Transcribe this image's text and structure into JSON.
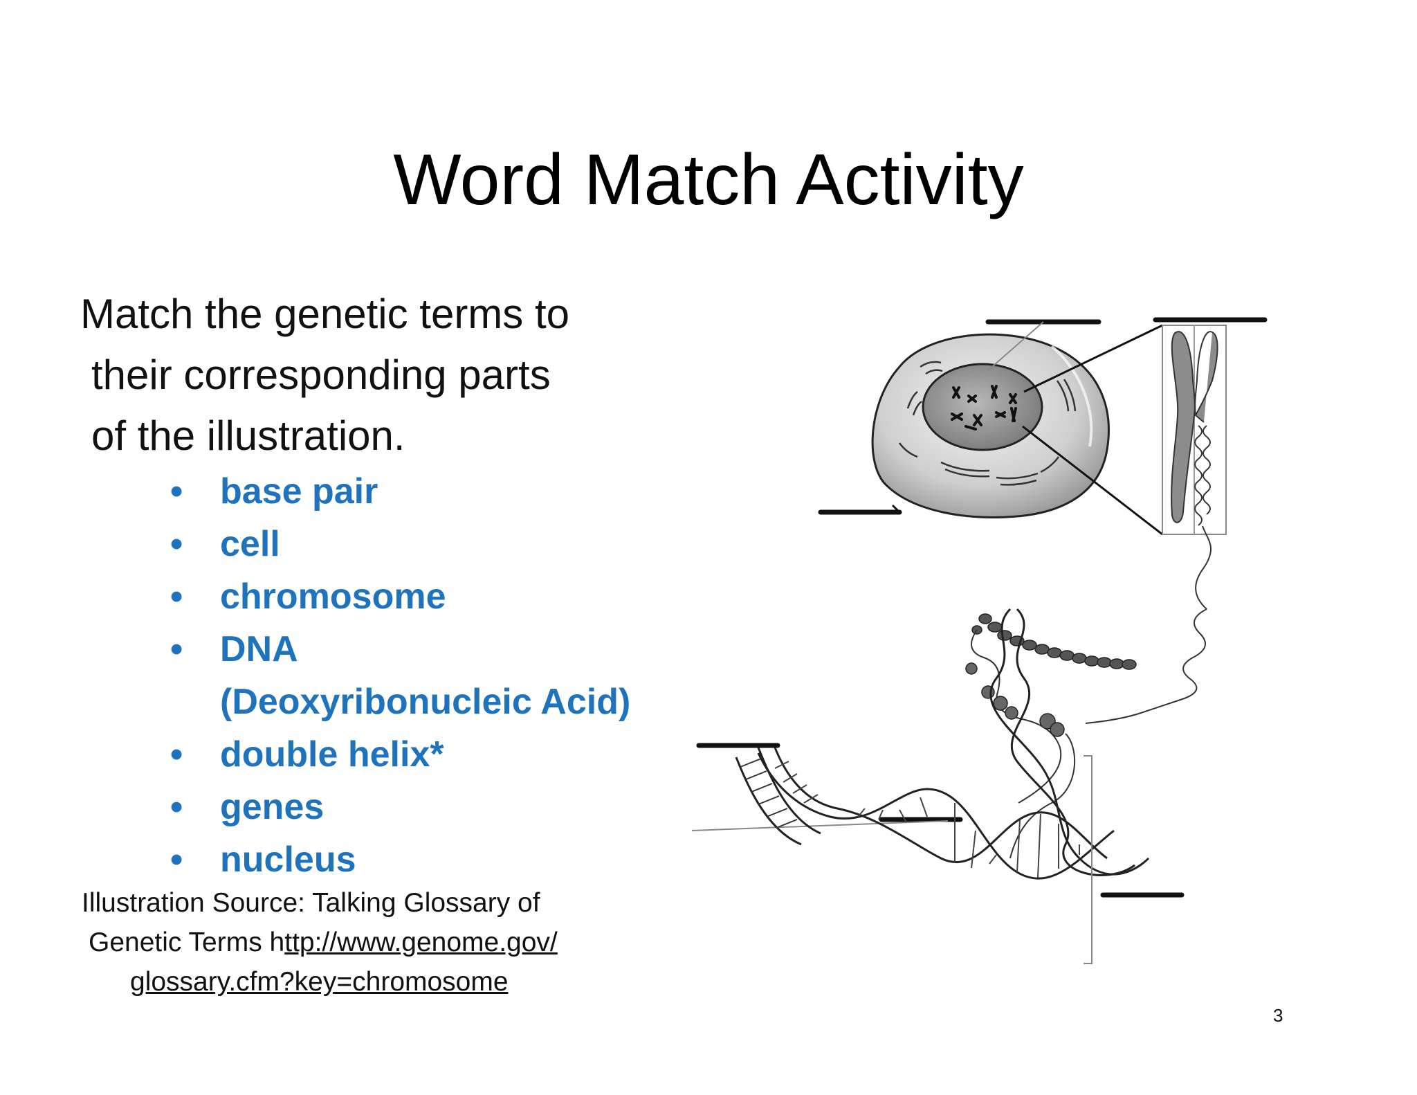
{
  "slide": {
    "title": "Word Match Activity",
    "intro_lines": [
      "Match the genetic terms to",
      "their corresponding parts",
      "of the illustration."
    ],
    "terms": [
      {
        "label": "base pair"
      },
      {
        "label": "cell"
      },
      {
        "label": "chromosome"
      },
      {
        "label": "DNA",
        "sub": "(Deoxyribonucleic Acid)"
      },
      {
        "label": "double helix*"
      },
      {
        "label": "genes"
      },
      {
        "label": "nucleus"
      }
    ],
    "bullet": "•",
    "source": {
      "line1": "Illustration Source: Talking Glossary of",
      "line2_prefix": "Genetic Terms h",
      "line2_link": "ttp://www.genome.gov/",
      "line3_link": "glossary.cfm?key=chromosome"
    },
    "page_number": "3",
    "accent_color": "#1f73bd"
  }
}
